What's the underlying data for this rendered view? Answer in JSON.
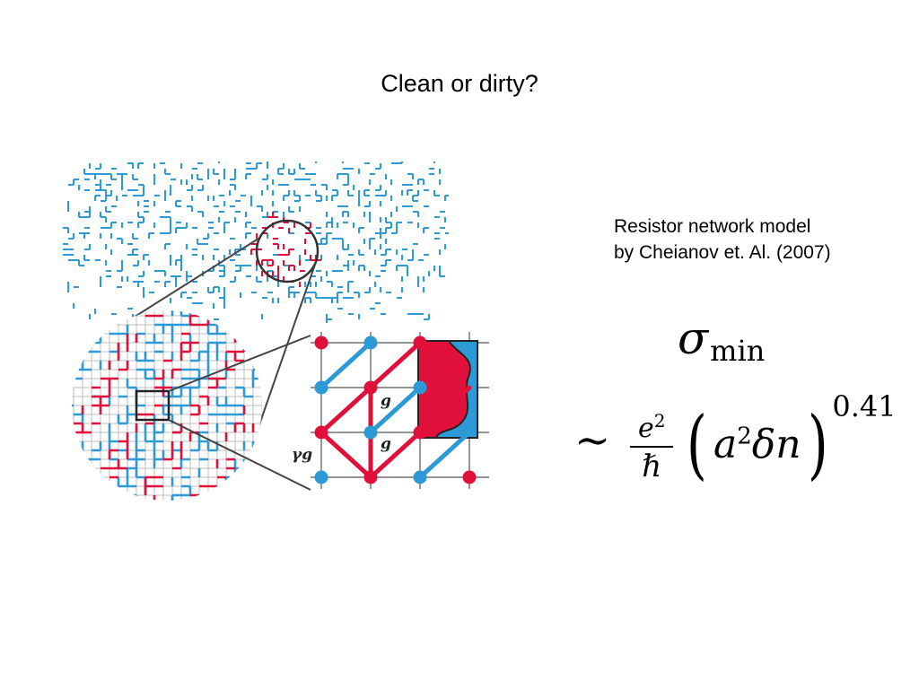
{
  "title": "Clean or dirty?",
  "caption": {
    "line1": "Resistor network model",
    "line2": "by Cheianov et. Al. (2007)"
  },
  "formula": {
    "sigma": "σ",
    "sigma_sub": "min",
    "tilde": "∼",
    "frac_num": "e",
    "frac_num_sup": "2",
    "frac_den": "ℏ",
    "paren_open": "(",
    "base_a": "a",
    "base_a_sup": "2",
    "base_rest": "δn",
    "paren_close": ")",
    "exponent": "0.41"
  },
  "diagram": {
    "label_g_top": "g",
    "label_g_bottom": "g",
    "label_gamma_g": "γg"
  },
  "colors": {
    "blue": "#2b9ad6",
    "red": "#e0103a",
    "grid": "#bdbdbd",
    "line": "#333333"
  }
}
